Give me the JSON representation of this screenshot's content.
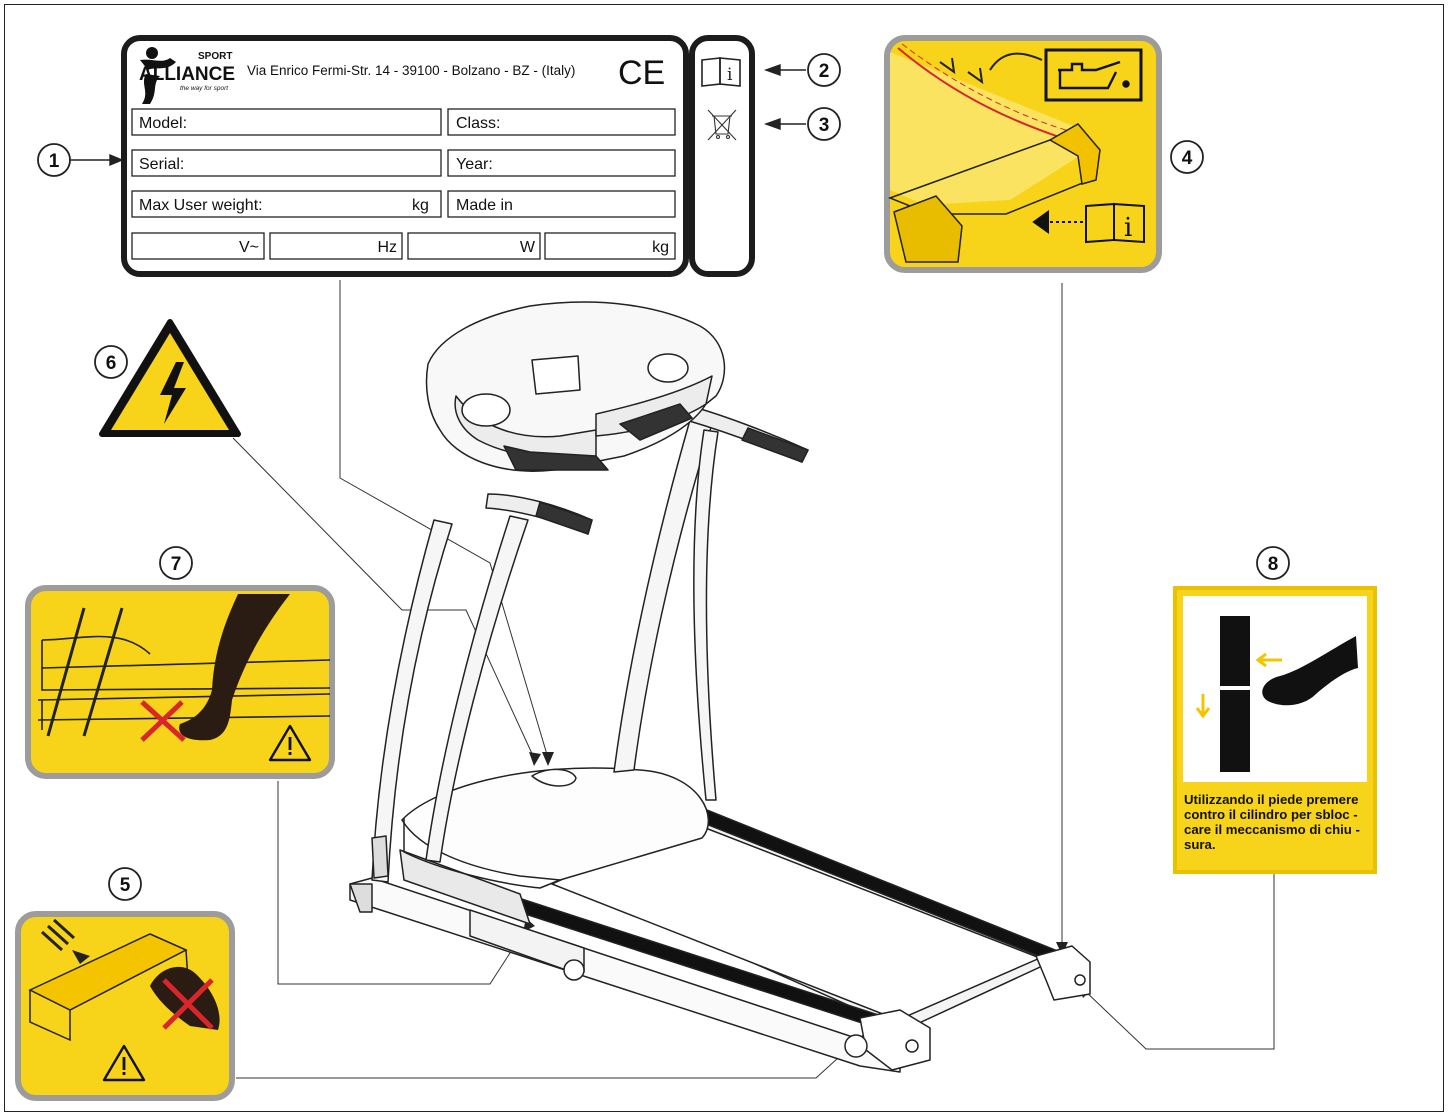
{
  "plate": {
    "brand_top": "SPORT",
    "brand_name": "ALLIANCE",
    "brand_tagline": "the way for sport",
    "address": "Via Enrico Fermi-Str. 14 - 39100 - Bolzano - BZ - (Italy)",
    "ce_mark": "CE",
    "fields": {
      "model": "Model:",
      "class": "Class:",
      "serial": "Serial:",
      "year": "Year:",
      "max_user_weight": "Max User weight:",
      "max_user_weight_unit": "kg",
      "made_in": "Made in"
    },
    "units": {
      "volt": "V~",
      "hertz": "Hz",
      "watt": "W",
      "kilogram": "kg"
    }
  },
  "callouts": {
    "c1": "1",
    "c2": "2",
    "c3": "3",
    "c4": "4",
    "c5": "5",
    "c6": "6",
    "c7": "7",
    "c8": "8"
  },
  "labels": {
    "info_glyph": "i",
    "unlock_instruction": "Utilizzando il piede premere contro il cilindro per sbloc - care il meccanismo di chiu - sura."
  },
  "colors": {
    "warning_yellow": "#f7d31a",
    "label_frame_gray": "#9c9c9c",
    "prohibition_red": "#d8262b",
    "line_dark": "#222222"
  }
}
